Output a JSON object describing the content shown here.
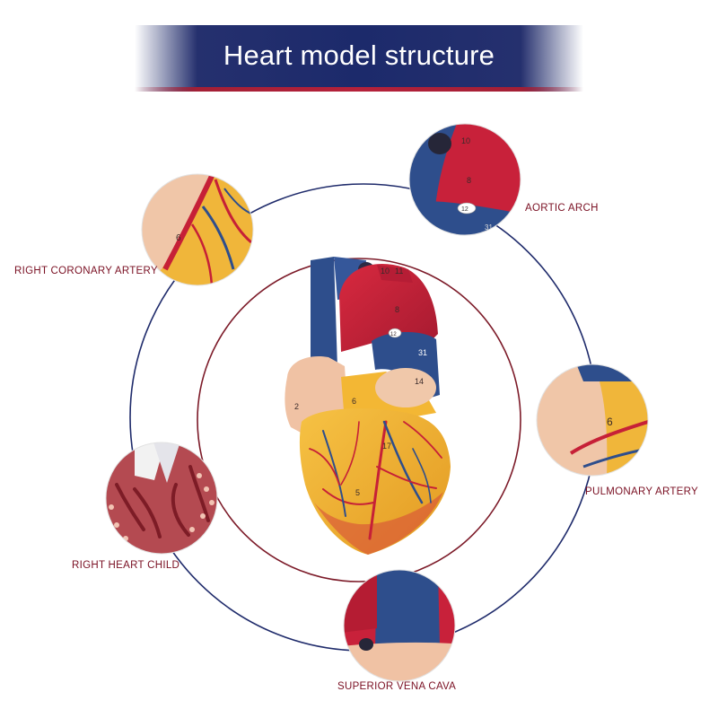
{
  "title": "Heart model structure",
  "labels": {
    "right_coronary_artery": "RIGHT CORONARY ARTERY",
    "aortic_arch": "AORTIC ARCH",
    "pulmonary_artery": "PULMONARY ARTERY",
    "right_heart_child": "RIGHT HEART CHILD",
    "superior_vena_cava": "SUPERIOR VENA CAVA"
  },
  "model_numbers": {
    "n10": "10",
    "n11": "11",
    "n8": "8",
    "n12": "12",
    "n31": "31",
    "n14": "14",
    "n6": "6",
    "n2": "2",
    "n17": "17",
    "n5": "5"
  },
  "colors": {
    "banner_blue": "#1c2a6b",
    "banner_red": "#b5213a",
    "label_text": "#7a1023",
    "outer_ring": "#1f2b6b",
    "inner_ring": "#7c1a28",
    "heart_red": "#c8213a",
    "heart_blue": "#2e4e8c",
    "heart_yellow": "#f0b330",
    "heart_skin": "#f0c2a4"
  }
}
